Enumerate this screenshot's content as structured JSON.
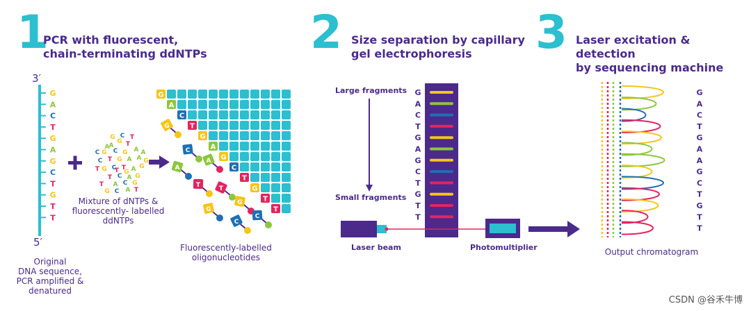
{
  "steps": [
    {
      "number": "1",
      "title_line1": "PCR with fluorescent,",
      "title_line2": "chain-terminating ddNTPs"
    },
    {
      "number": "2",
      "title_line1": "Size separation by capillary",
      "title_line2": "gel electrophoresis"
    },
    {
      "number": "3",
      "title_line1": "Laser excitation & detection",
      "title_line2": "by sequencing machine"
    }
  ],
  "step1": {
    "prime3": "3′",
    "prime5": "5′",
    "sequence": [
      "G",
      "A",
      "C",
      "T",
      "G",
      "A",
      "G",
      "C",
      "T",
      "G",
      "T",
      "T"
    ],
    "mixture_letters": [
      "G",
      "A",
      "T",
      "G",
      "C",
      "G",
      "A",
      "C",
      "T",
      "G",
      "A",
      "A",
      "G",
      "C",
      "T",
      "A",
      "G",
      "T",
      "C",
      "A",
      "G",
      "T",
      "A",
      "C",
      "G",
      "A",
      "T",
      "C",
      "G",
      "T",
      "A",
      "G",
      "C",
      "A",
      "G",
      "T",
      "C",
      "G",
      "T"
    ],
    "strand_label": [
      "Original",
      "DNA sequence,",
      "PCR amplified &",
      "denatured"
    ],
    "mixture_label": [
      "Mixture of dNTPs &",
      "fluorescently- labelled",
      "ddNTPs"
    ],
    "oligo_label": [
      "Fluorescently-labelled",
      "oligonucleotides"
    ],
    "oligo_tags": [
      "G",
      "A",
      "C",
      "T",
      "G",
      "A",
      "G",
      "C",
      "T",
      "G",
      "T",
      "T"
    ]
  },
  "step2": {
    "large_label": "Large fragments",
    "small_label": "Small fragments",
    "gel_letters": [
      "G",
      "A",
      "C",
      "T",
      "G",
      "A",
      "G",
      "C",
      "T",
      "G",
      "T",
      "T"
    ],
    "laser_label": "Laser beam",
    "pm_label": "Photomultiplier"
  },
  "step3": {
    "letters": [
      "G",
      "A",
      "C",
      "T",
      "G",
      "A",
      "A",
      "G",
      "C",
      "T",
      "G",
      "T",
      "T"
    ],
    "output_label": "Output chromatogram"
  },
  "colors": {
    "G": "#f5c518",
    "A": "#8dc63f",
    "C": "#1f6fb2",
    "T": "#e4245f",
    "teal": "#2bbfd0",
    "purple": "#4b2a8c",
    "gelbg": "#4b2a8c"
  },
  "footer": "CSDN @谷禾牛博"
}
